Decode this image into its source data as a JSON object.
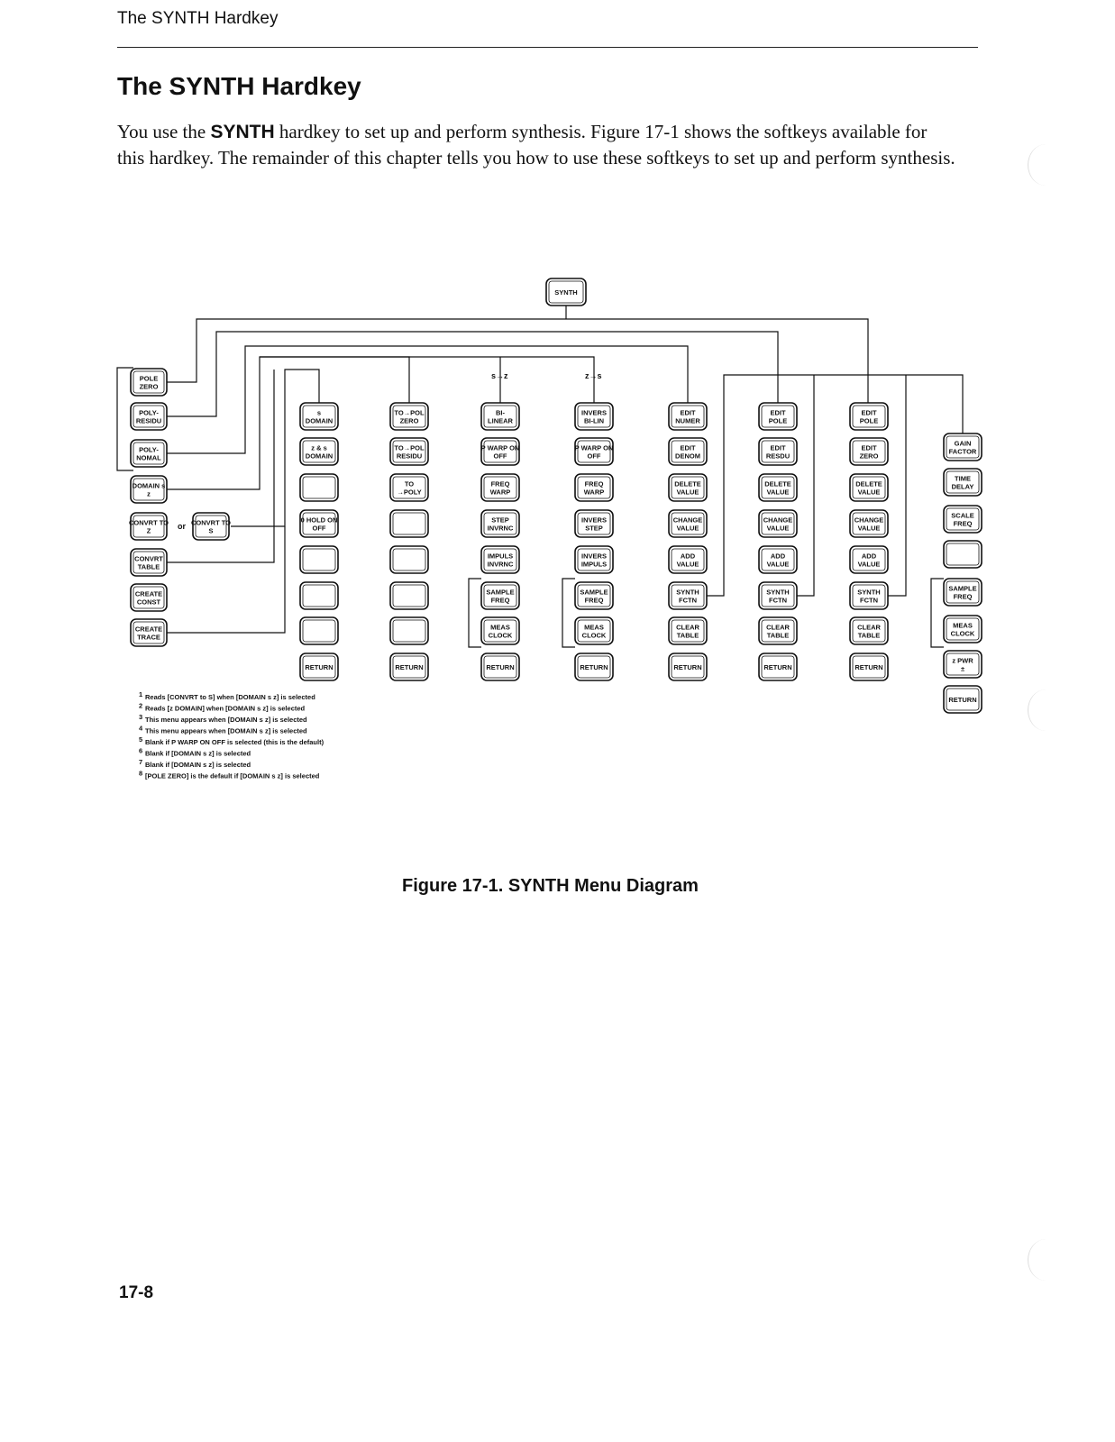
{
  "header": {
    "running_head": "The SYNTH Hardkey"
  },
  "section": {
    "title": "The SYNTH Hardkey",
    "intro_pre": "You use the ",
    "intro_bold": "SYNTH",
    "intro_post": " hardkey to set up and perform synthesis.  Figure 17-1 shows the softkeys available for this hardkey.  The remainder of this chapter tells you how to use these softkeys to set up and perform synthesis."
  },
  "diagram": {
    "hardkey": "SYNTH",
    "or_label": "or",
    "convert_to_s": "CONVRT TO S",
    "menu_labels": [
      "s→z",
      "z→s"
    ],
    "main_menu": [
      "POLE ZERO",
      "POLY- RESIDU",
      "POLY- NOMAL",
      "DOMAIN s z",
      "CONVRT TO Z",
      "CONVRT TABLE",
      "CREATE CONST",
      "CREATE TRACE"
    ],
    "columns": [
      {
        "id": "domain",
        "keys": [
          "s DOMAIN",
          "z & s DOMAIN",
          "",
          "0 HOLD ON OFF",
          "",
          "",
          "",
          "RETURN"
        ]
      },
      {
        "id": "convert",
        "keys": [
          "TO→POL ZERO",
          "TO→POL RESIDU",
          "TO →POLY",
          "",
          "",
          "",
          "",
          "RETURN"
        ]
      },
      {
        "id": "s_to_z",
        "keys": [
          "BI- LINEAR",
          "P WARP ON OFF",
          "FREQ WARP",
          "STEP INVRNC",
          "IMPULS INVRNC",
          "SAMPLE FREQ",
          "MEAS CLOCK",
          "RETURN"
        ]
      },
      {
        "id": "z_to_s",
        "keys": [
          "INVERS BI-LIN",
          "P WARP ON OFF",
          "FREQ WARP",
          "INVERS STEP",
          "INVERS IMPULS",
          "SAMPLE FREQ",
          "MEAS CLOCK",
          "RETURN"
        ]
      },
      {
        "id": "poly_table",
        "keys": [
          "EDIT NUMER",
          "EDIT DENOM",
          "DELETE VALUE",
          "CHANGE VALUE",
          "ADD VALUE",
          "SYNTH FCTN",
          "CLEAR TABLE",
          "RETURN"
        ]
      },
      {
        "id": "residue_table",
        "keys": [
          "EDIT POLE",
          "EDIT RESDU",
          "DELETE VALUE",
          "CHANGE VALUE",
          "ADD VALUE",
          "SYNTH FCTN",
          "CLEAR TABLE",
          "RETURN"
        ]
      },
      {
        "id": "pole_zero_table",
        "keys": [
          "EDIT POLE",
          "EDIT ZERO",
          "DELETE VALUE",
          "CHANGE VALUE",
          "ADD VALUE",
          "SYNTH FCTN",
          "CLEAR TABLE",
          "RETURN"
        ]
      },
      {
        "id": "synth_fctn",
        "keys": [
          "GAIN FACTOR",
          "TIME DELAY",
          "SCALE FREQ",
          "",
          "SAMPLE FREQ",
          "MEAS CLOCK",
          "z PWR ±",
          "RETURN"
        ]
      }
    ],
    "footnotes": [
      "Reads [CONVRT to S] when [DOMAIN s z] is selected",
      "Reads [z DOMAIN] when [DOMAIN s z] is selected",
      "This menu appears when [DOMAIN s z] is selected",
      "This menu appears when [DOMAIN s z] is selected",
      "Blank if P WARP ON OFF is selected (this is the default)",
      "Blank if [DOMAIN s z] is selected",
      "Blank if [DOMAIN s z] is selected",
      "[POLE ZERO] is the default if [DOMAIN s z] is selected"
    ]
  },
  "figure": {
    "caption": "Figure 17-1.  SYNTH Menu Diagram"
  },
  "footer": {
    "page_number": "17-8"
  }
}
